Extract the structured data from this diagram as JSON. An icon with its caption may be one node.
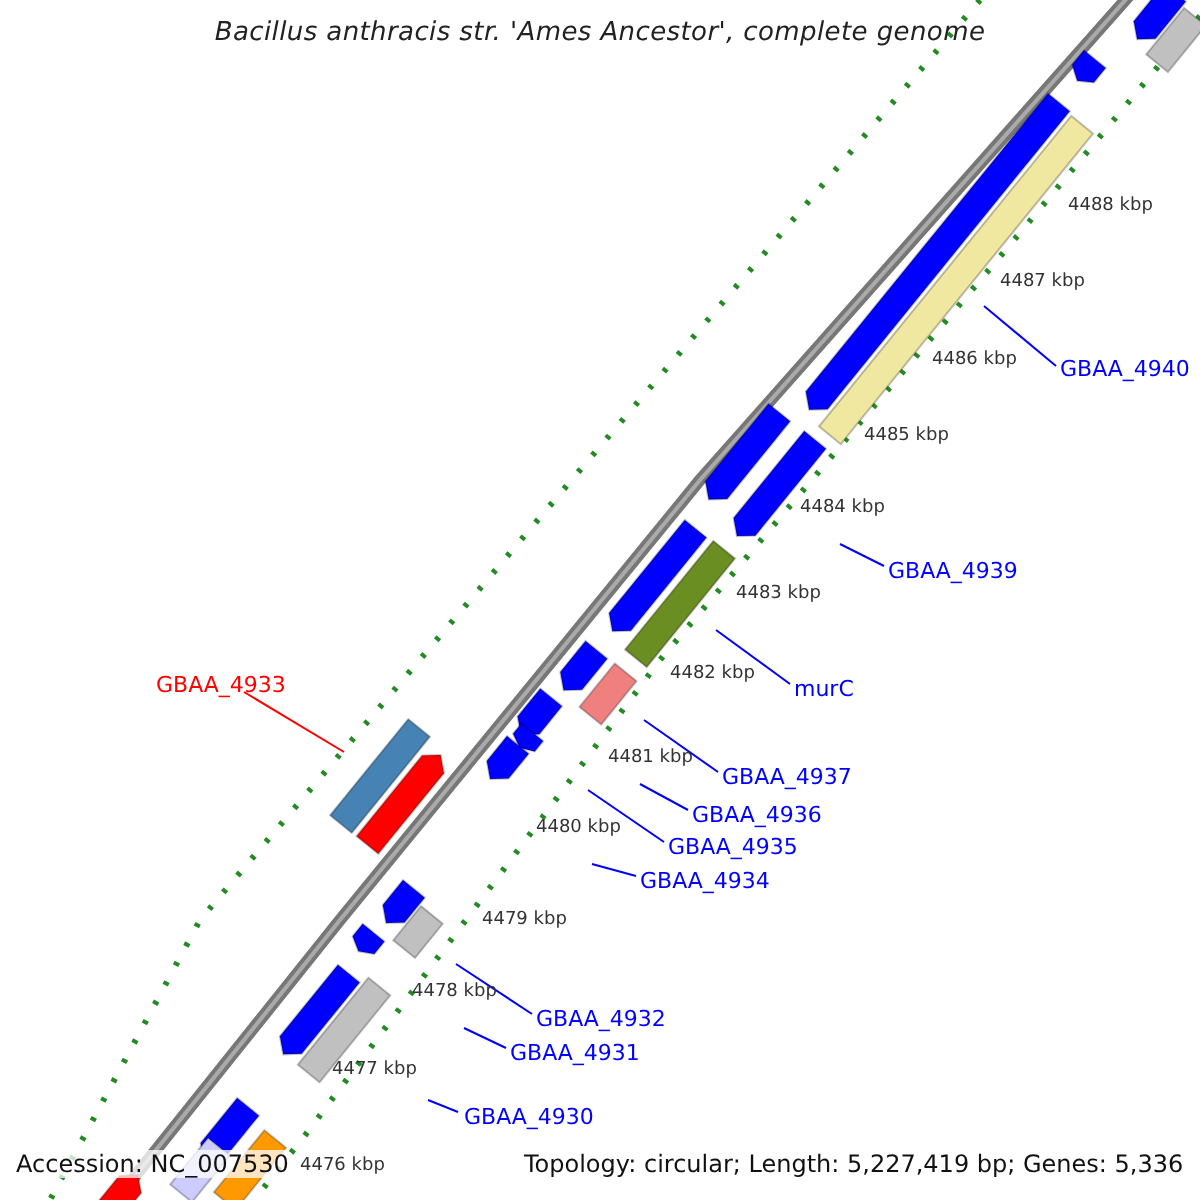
{
  "diagram": {
    "title": "Bacillus anthracis str. 'Ames Ancestor', complete genome",
    "nodes": [
      {
        "text": [
          "GBAA_4940"
        ]
      },
      {
        "text": [
          "GBAA_4939"
        ]
      },
      {
        "text": [
          "GBAA_4933"
        ]
      },
      {
        "text": [
          "murC"
        ]
      },
      {
        "text": [
          "GBAA_4937"
        ]
      },
      {
        "text": [
          "GBAA_4936"
        ]
      },
      {
        "text": [
          "GBAA_4935"
        ]
      },
      {
        "text": [
          "GBAA_4934"
        ]
      },
      {
        "text": [
          "GBAA_4932"
        ]
      },
      {
        "text": [
          "GBAA_4931"
        ]
      },
      {
        "text": [
          "GBAA_4930"
        ]
      }
    ],
    "edges": [
      {
        "from": 0,
        "to": null,
        "arrow": "none"
      },
      {
        "from": 1,
        "to": null,
        "arrow": "none"
      },
      {
        "from": 2,
        "to": null,
        "arrow": "none",
        "color": "#ff0000"
      },
      {
        "from": 3,
        "to": null,
        "arrow": "none"
      },
      {
        "from": 4,
        "to": null,
        "arrow": "none"
      },
      {
        "from": 5,
        "to": null,
        "arrow": "none"
      },
      {
        "from": 6,
        "to": null,
        "arrow": "none"
      },
      {
        "from": 7,
        "to": null,
        "arrow": "none"
      },
      {
        "from": 8,
        "to": null,
        "arrow": "none"
      },
      {
        "from": 9,
        "to": null,
        "arrow": "none"
      },
      {
        "from": 10,
        "to": null,
        "arrow": "none"
      }
    ],
    "labels": [
      "4488 kbp",
      "4487 kbp",
      "4486 kbp",
      "4485 kbp",
      "4484 kbp",
      "4483 kbp",
      "4482 kbp",
      "4481 kbp",
      "4480 kbp",
      "4479 kbp",
      "4478 kbp",
      "4477 kbp",
      "4476 kbp",
      "Accession: NC_007530",
      "Topology: circular; Length: 5,227,419 bp; Genes: 5,336"
    ]
  }
}
